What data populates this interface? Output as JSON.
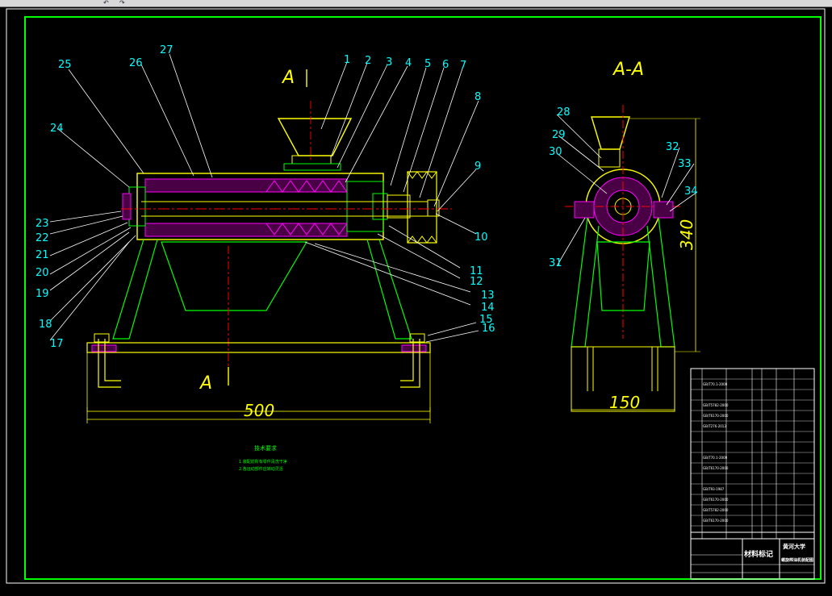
{
  "toolbar": {
    "icons": [
      "undo-icon",
      "redo-icon"
    ]
  },
  "drawing": {
    "section_label": "A-A",
    "section_mark": "A",
    "dimensions": {
      "base_length": "500",
      "end_width": "150",
      "height": "340"
    },
    "part_numbers_front": [
      "1",
      "2",
      "3",
      "4",
      "5",
      "6",
      "7",
      "8",
      "9",
      "10",
      "11",
      "12",
      "13",
      "14",
      "15",
      "16",
      "17",
      "18",
      "19",
      "20",
      "21",
      "22",
      "23",
      "24",
      "25",
      "26",
      "27"
    ],
    "part_numbers_section": [
      "28",
      "29",
      "30",
      "31",
      "32",
      "33",
      "34"
    ],
    "notes_title": "技术要求",
    "notes_lines": [
      "1.装配前所有零件清洗干净",
      "2.各运动部件应转动灵活"
    ]
  },
  "title_block": {
    "material": "材料标记",
    "school": "黄河大学",
    "drawing_name": "螺旋榨油机装配图",
    "std_codes": [
      "GB/T70.1-2000",
      "GB/T5782-2000",
      "GB/T6170-2000",
      "GB/T276-2013",
      "GB/T70.1-2000",
      "GB/T6170-2000",
      "GB/T93-1987",
      "GB/T6170-2000",
      "GB/T5782-2000",
      "GB/T6170-2000"
    ]
  },
  "colors": {
    "frame": "#00ff00",
    "outline": "#ffff00",
    "hatch": "#ff00ff",
    "center": "#ff0000",
    "leader": "#ffffff",
    "label": "#00ffff"
  }
}
